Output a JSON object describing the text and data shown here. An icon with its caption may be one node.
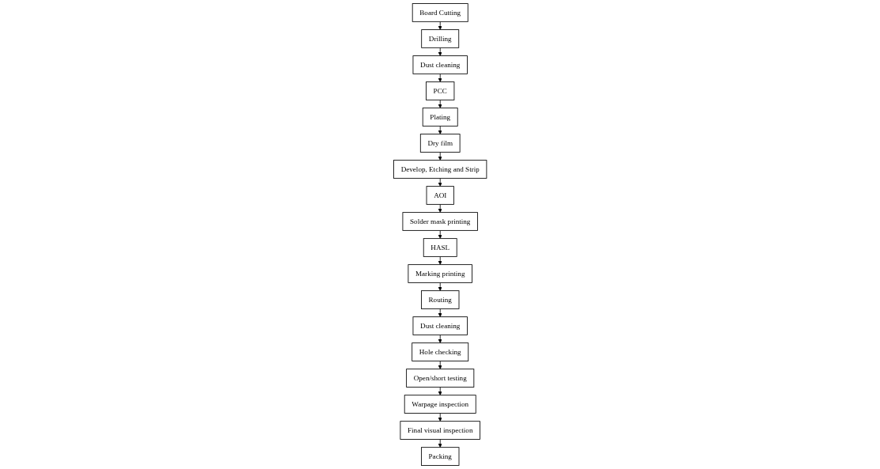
{
  "diagram": {
    "nodes": [
      {
        "text": [
          "Board Cutting"
        ]
      },
      {
        "text": [
          "Drilling"
        ]
      },
      {
        "text": [
          "Dust cleaning"
        ]
      },
      {
        "text": [
          "PCC"
        ]
      },
      {
        "text": [
          "Plating"
        ]
      },
      {
        "text": [
          "Solder mask printing"
        ]
      },
      {
        "text": [
          "AOI"
        ]
      },
      {
        "text": [
          "Develop, Etching and Strip"
        ]
      },
      {
        "text": [
          "Dry film"
        ]
      },
      {
        "text": [
          "HASL"
        ]
      },
      {
        "text": [
          "Marking printing"
        ]
      },
      {
        "text": [
          "Routing"
        ]
      },
      {
        "text": [
          "Dust cleaning"
        ]
      },
      {
        "text": [
          "Warpage inspection"
        ]
      },
      {
        "text": [
          "Open/short testing"
        ]
      },
      {
        "text": [
          "Hole checking"
        ]
      },
      {
        "text": [
          "Final visual inspection"
        ]
      },
      {
        "text": [
          "Packing"
        ]
      }
    ],
    "edges": [
      {
        "from": 0,
        "to": 1,
        "arrow": "to"
      },
      {
        "from": 1,
        "to": 2,
        "arrow": "to"
      },
      {
        "from": 2,
        "to": 3,
        "arrow": "to"
      },
      {
        "from": 3,
        "to": 4,
        "arrow": "to"
      },
      {
        "from": 4,
        "to": 8,
        "arrow": "to"
      },
      {
        "from": 8,
        "to": 7,
        "arrow": "to"
      },
      {
        "from": 7,
        "to": 6,
        "arrow": "to"
      },
      {
        "from": 6,
        "to": 5,
        "arrow": "to"
      },
      {
        "from": 5,
        "to": 9,
        "arrow": "to"
      },
      {
        "from": 9,
        "to": 10,
        "arrow": "to"
      },
      {
        "from": 10,
        "to": 11,
        "arrow": "to"
      },
      {
        "from": 11,
        "to": 12,
        "arrow": "to"
      },
      {
        "from": 12,
        "to": 15,
        "arrow": "to"
      },
      {
        "from": 15,
        "to": 14,
        "arrow": "to"
      },
      {
        "from": 14,
        "to": 13,
        "arrow": "to"
      },
      {
        "from": 13,
        "to": 16,
        "arrow": "to"
      },
      {
        "from": 16,
        "to": 17,
        "arrow": "to"
      }
    ]
  }
}
